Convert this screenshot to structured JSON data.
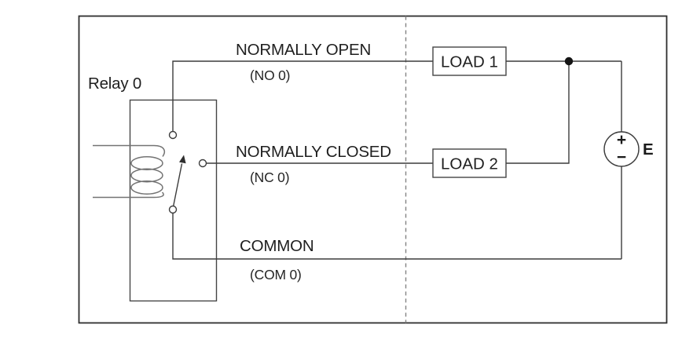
{
  "colors": {
    "background": "#ffffff",
    "wire": "#3c3c3c",
    "coil": "#737373",
    "dashed_divider": "#838383",
    "text": "#1f1f1f"
  },
  "relay": {
    "title": "Relay 0"
  },
  "terminals": {
    "no": {
      "name": "NORMALLY OPEN",
      "pin": "(NO 0)"
    },
    "nc": {
      "name": "NORMALLY CLOSED",
      "pin": "(NC 0)"
    },
    "com": {
      "name": "COMMON",
      "pin": "(COM 0)"
    }
  },
  "loads": {
    "load1": "LOAD 1",
    "load2": "LOAD 2"
  },
  "source": {
    "label": "E",
    "plus": "+",
    "minus": "−"
  }
}
